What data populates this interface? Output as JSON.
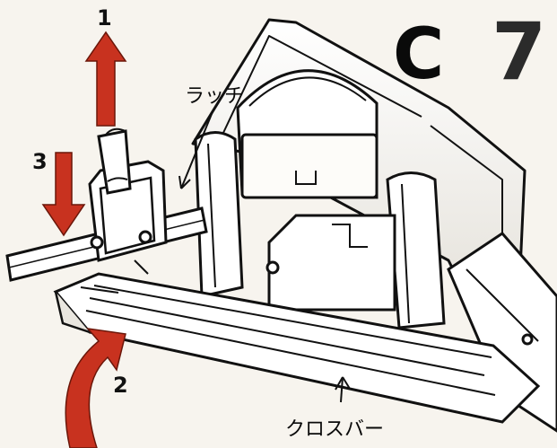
{
  "panel": {
    "letter": "C",
    "number": "7"
  },
  "steps": {
    "lift": "1",
    "rotate": "2",
    "press": "3"
  },
  "callouts": {
    "latch": "ラッチ",
    "crossbar": "クロスバー"
  },
  "colors": {
    "arrow_red": "#c8321f",
    "line": "#111111",
    "paper": "#f7f4ee",
    "shade": "#d9d6cf"
  },
  "icons": {
    "lift_arrow": "red-up-arrow",
    "press_arrow": "red-down-arrow",
    "rotate_arrow": "red-curved-arrow"
  }
}
